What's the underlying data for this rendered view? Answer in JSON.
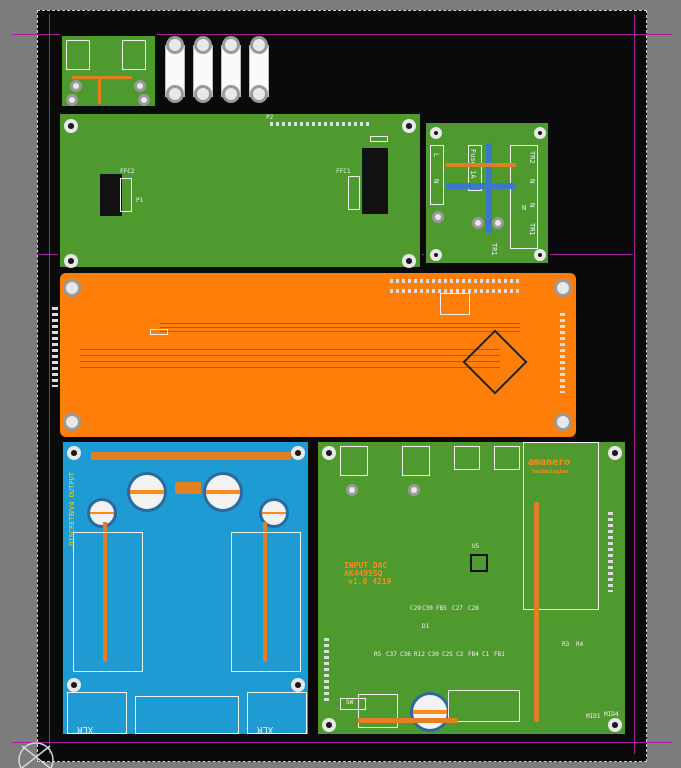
{
  "colors": {
    "background": "#7c7c7c",
    "canvas": "#0a0a0a",
    "board_green": "#4f9a2f",
    "board_orange": "#ff7f0a",
    "board_blue": "#1d9bd2",
    "silkscreen": "#f0f0f0",
    "guide_line": "#b000b0"
  },
  "top_board": {
    "connector_label": "P2",
    "chip_left_label": "FFC2",
    "chip_right_label": "FFC1",
    "chip_left_ref": "P1"
  },
  "psu_board": {
    "fuse_label": "Fuse 1A",
    "tr2_label": "TR2",
    "tr1_label": "TR1",
    "l_label": "L",
    "n_label": "N",
    "n_label_2": "N",
    "n_label_3": "N",
    "n_label_4": "N",
    "tr1_small": "TR1"
  },
  "amp_board": {
    "xlr_left": "XLR",
    "xlr_right": "XLR",
    "side_text_1": "VV4 OUTPUT",
    "side_text_2": "DISCRETE"
  },
  "dac_board": {
    "logo_text": "INPUT DAC",
    "chip_text": "AK4495SQ",
    "version_text": "v1.0 4219",
    "brand_text": "amanero",
    "brand_sub": "technologies",
    "u_label": "U5",
    "r_labels": [
      "R5",
      "C37",
      "C36",
      "R12",
      "C30",
      "C25",
      "C2",
      "FB4",
      "C1",
      "FB1"
    ],
    "c_labels": [
      "C29",
      "C30",
      "FB5",
      "C27",
      "C28"
    ],
    "d_label": "D1",
    "r3": "R3",
    "r4": "R4",
    "mid1": "MID1",
    "mid4": "MID4",
    "sw_label": "SW"
  },
  "guide_lines": {
    "labels": []
  }
}
